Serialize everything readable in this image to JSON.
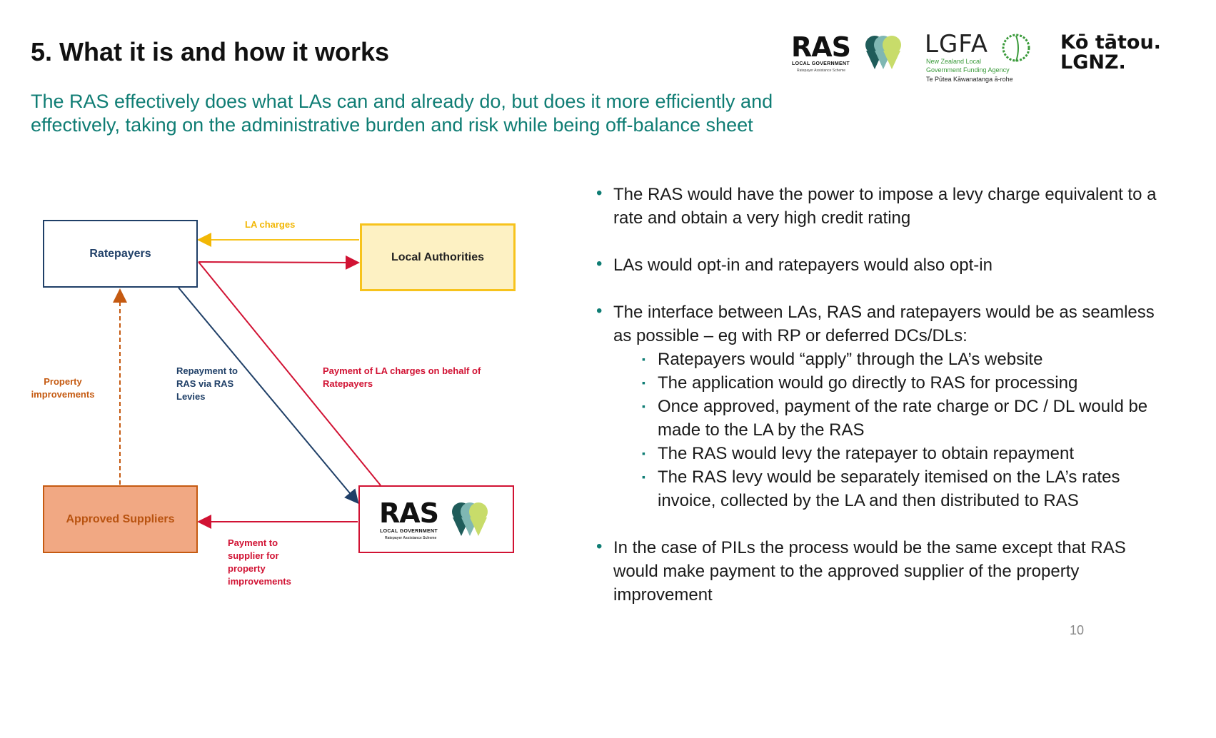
{
  "slide": {
    "title": "5. What it is and how it works",
    "subtitle": "The RAS effectively does what LAs can and already do, but does it more efficiently and effectively, taking on the administrative burden and risk while being off-balance sheet",
    "page_number": "10"
  },
  "logos": {
    "ras": {
      "word": "RAS",
      "line1": "LOCAL GOVERNMENT",
      "line2": "Ratepayer Assistance Scheme"
    },
    "lgfa": {
      "word": "LGFA",
      "line1": "New Zealand Local",
      "line2": "Government Funding Agency",
      "maori": "Te Pūtea Kāwanatanga ā-rohe"
    },
    "lgnz": {
      "line1": "Kō tātou.",
      "line2": "LGNZ."
    }
  },
  "diagram": {
    "ratepayers": "Ratepayers",
    "local_authorities": "Local Authorities",
    "approved_suppliers": "Approved Suppliers",
    "la_charges": "LA charges",
    "property_improvements": "Property improvements",
    "repayment": "Repayment to RAS via RAS Levies",
    "payment_la": "Payment of LA charges on behalf of Ratepayers",
    "payment_supplier": "Payment to supplier for property improvements"
  },
  "bullets": [
    {
      "text": "The RAS would have the power to impose a levy charge equivalent to a rate and obtain a very high credit rating"
    },
    {
      "text": "LAs would opt-in and ratepayers would also opt-in"
    },
    {
      "text": "The interface between LAs, RAS and ratepayers would be as seamless as possible – eg with RP or deferred DCs/DLs:",
      "sub": [
        "Ratepayers would “apply” through the LA’s website",
        "The application would go directly to RAS for processing",
        "Once approved, payment of the rate charge or DC / DL would be made to the LA by the RAS",
        "The RAS would levy the ratepayer to obtain repayment",
        "The RAS levy would be separately itemised on the LA’s rates invoice, collected by the LA and then distributed to RAS"
      ]
    },
    {
      "text": "In the case of PILs the process would be the same except that RAS would make payment to the approved supplier of the property improvement"
    }
  ],
  "colors": {
    "teal": "#0f7d74",
    "navy": "#1f3f67",
    "yellow": "#f7c31c",
    "red": "#d11233",
    "orange": "#c55a11"
  }
}
